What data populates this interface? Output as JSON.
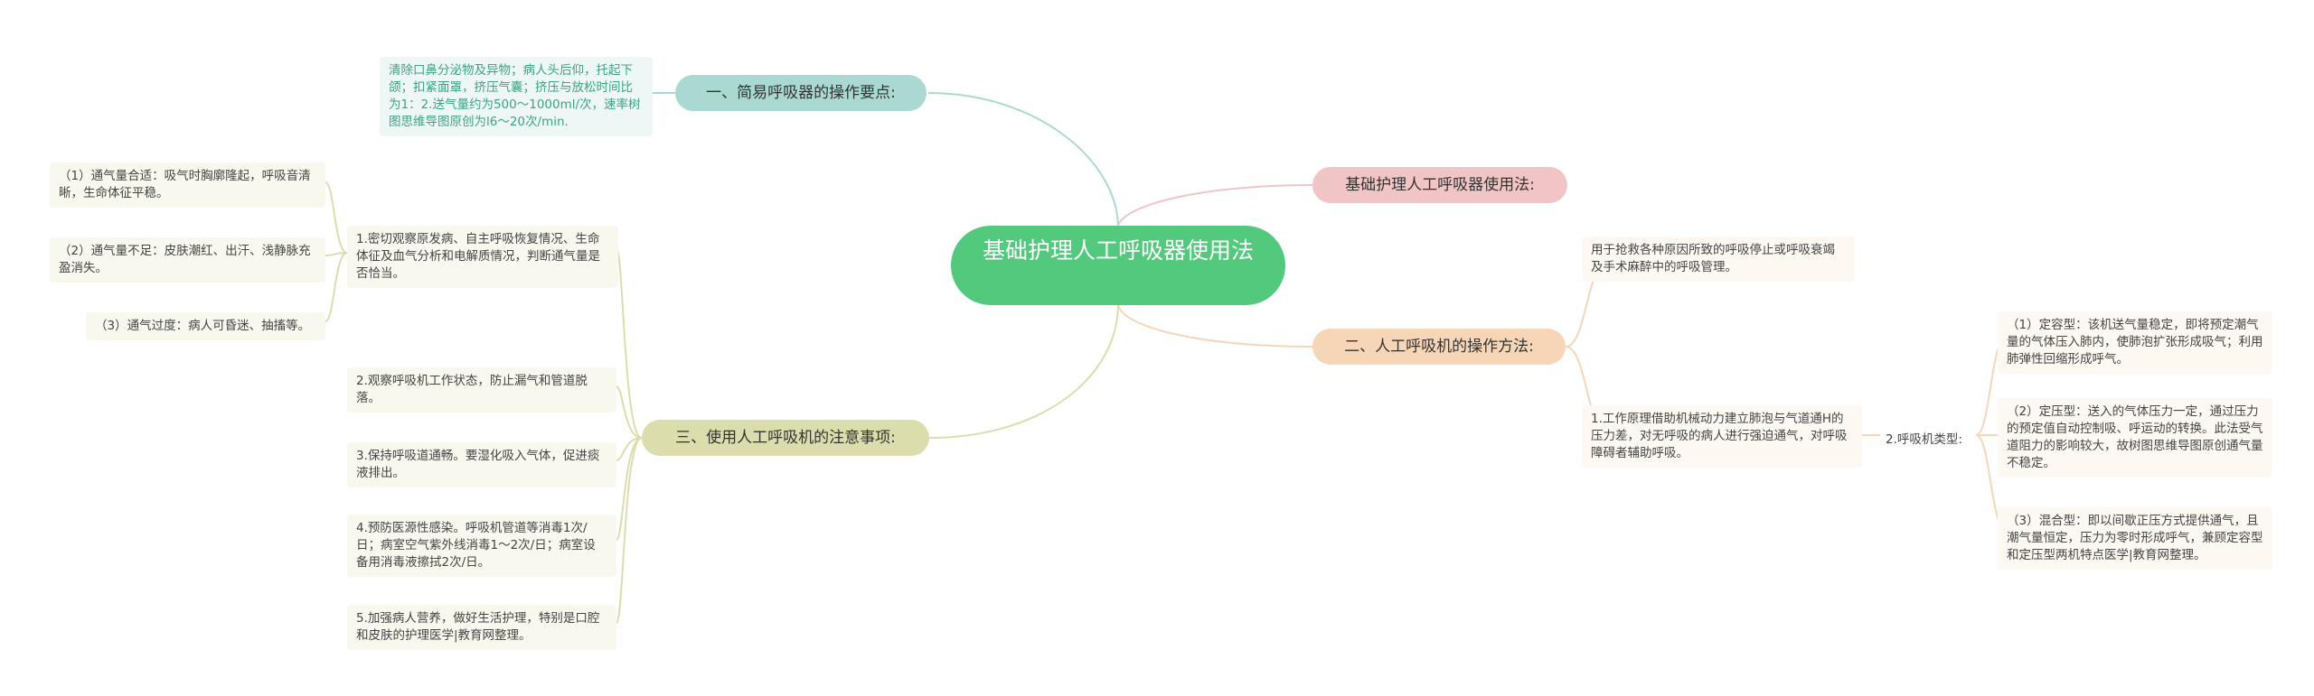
{
  "root": "基础护理人工呼吸器使用法",
  "branches": {
    "b1": "一、简易呼吸器的操作要点:",
    "b2": "基础护理人工呼吸器使用法:",
    "b3": "二、人工呼吸机的操作方法:",
    "b4": "三、使用人工呼吸机的注意事项:"
  },
  "b1_detail": "清除口鼻分泌物及异物；病人头后仰，托起下颌；扣紧面罩，挤压气囊；挤压与放松时间比为1：2.送气量约为500～1000ml/次，速率树图思维导图原创为l6～20次/min.",
  "b3_children": {
    "purpose": "用于抢救各种原因所致的呼吸停止或呼吸衰竭及手术麻醉中的呼吸管理。",
    "principle": "1.工作原理借助机械动力建立肺泡与气道通H的压力差，对无呼吸的病人进行强迫通气，对呼吸障碍者辅助呼吸。",
    "types_label": "2.呼吸机类型:",
    "types": [
      "（1）定容型：该机送气量稳定，即将预定潮气量的气体压入肺内，使肺泡扩张形成吸气；利用肺弹性回缩形成呼气。",
      "（2）定压型：送入的气体压力一定，通过压力的预定值自动控制吸、呼运动的转换。此法受气道阻力的影响较大，故树图思维导图原创通气量不稳定。",
      "（3）混合型：即以间歇正压方式提供通气，且潮气量恒定，压力为零时形成呼气，兼顾定容型和定压型两机特点医学|教育网整理。"
    ]
  },
  "b4_children": {
    "item1": "1.密切观察原发病、自主呼吸恢复情况、生命体征及血气分析和电解质情况，判断通气量是否恰当。",
    "item1_subs": [
      "（1）通气量合适：吸气时胸廓隆起，呼吸音清晰，生命体征平稳。",
      "（2）通气量不足：皮肤潮红、出汗、浅静脉充盈消失。",
      "（3）通气过度：病人可昏迷、抽搐等。"
    ],
    "item2": "2.观察呼吸机工作状态，防止漏气和管道脱落。",
    "item3": "3.保持呼吸道通畅。要湿化吸入气体，促进痰液排出。",
    "item4": "4.预防医源性感染。呼吸机管道等消毒1次/日；病室空气紫外线消毒1～2次/日；病室设备用消毒液擦拭2次/日。",
    "item5": "5.加强病人营养，做好生活护理，特别是口腔和皮肤的护理医学|教育网整理。"
  },
  "colors": {
    "root": "#53c97d",
    "teal": "#a9d9d1",
    "pink": "#f1c4c6",
    "orange": "#f7d6b7",
    "olive": "#dcddad"
  }
}
